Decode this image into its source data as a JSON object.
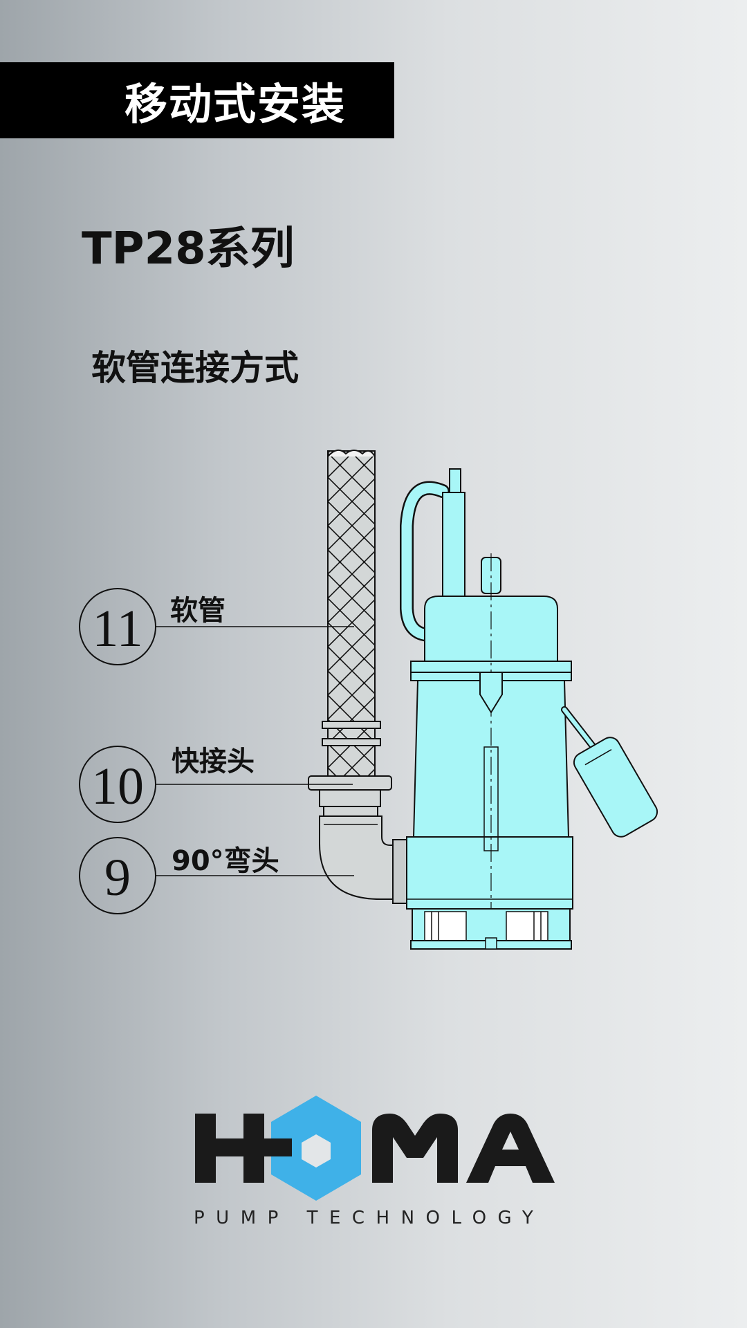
{
  "header": {
    "banner_title": "移动式安装"
  },
  "series_title": "TP28系列",
  "subtitle": "软管连接方式",
  "callouts": [
    {
      "number": "11",
      "label": "软管"
    },
    {
      "number": "10",
      "label": "快接头"
    },
    {
      "number": "9",
      "label": "90°弯头"
    }
  ],
  "brand": {
    "letters": [
      "H",
      "M",
      "A"
    ],
    "tagline": "PUMP TECHNOLOGY",
    "accent_color": "#3fb1e8"
  },
  "colors": {
    "pump_fill": "#a8f6f7",
    "fitting_fill": "#d3d7d7",
    "line": "#111111"
  }
}
